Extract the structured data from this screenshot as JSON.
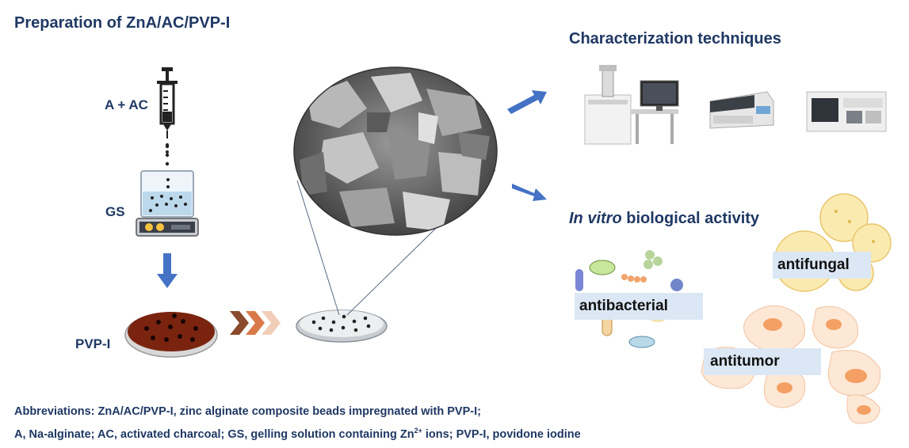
{
  "preparation": {
    "title": "Preparation of ZnA/AC/PVP-I",
    "label_a_ac": "A + AC",
    "label_gs": "GS",
    "label_pvp": "PVP-I"
  },
  "characterization": {
    "title": "Characterization techniques"
  },
  "bio": {
    "title_italic": "In vitro",
    "title_rest": " biological activity",
    "antibacterial": "antibacterial",
    "antifungal": "antifungal",
    "antitumor": "antitumor"
  },
  "abbreviations": {
    "line1": "Abbreviations: ZnA/AC/PVP-I, zinc alginate composite beads impregnated with PVP-I;",
    "line2_a": "A, Na-alginate; AC, activated charcoal; GS, gelling solution containing Zn",
    "line2_sup": "2+",
    "line2_b": " ions; PVP-I, povidone iodine"
  },
  "colors": {
    "title_navy": "#1f3864",
    "arrow_blue": "#4472c4",
    "tag_bg": "#dbe7f4",
    "pvp_dish_brown": "#7a2410",
    "chevron_brown": "#8b4a2b"
  }
}
